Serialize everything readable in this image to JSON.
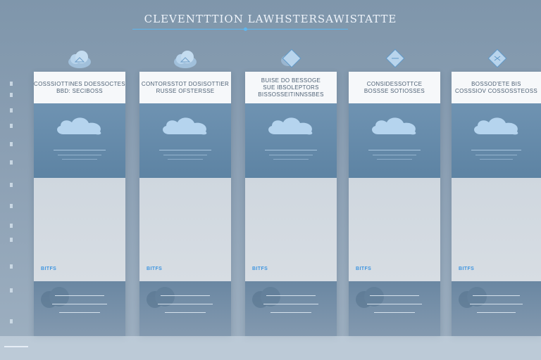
{
  "page": {
    "title": "CLEVENTTTION LAWHSTERSAWISTATTE"
  },
  "colors": {
    "accent": "#5fb6ee",
    "card_head_bg": "#f6f8fa",
    "card_hero_bg": "#6f93b2",
    "card_body_bg": "#d2d9e0",
    "card_foot_bg": "#6a87a2",
    "tag_text": "#3f95e0"
  },
  "cards": [
    {
      "badge_icon": "cloud-icon",
      "head_lines": [
        "COSSSIOTTINES DOESSOCTES",
        "BBD: SECIBOSS"
      ],
      "hero_icon": "cloud-icon",
      "hero_caption": "",
      "tag": "BITFS",
      "foot_lines": [
        "",
        ""
      ]
    },
    {
      "badge_icon": "cloud-icon",
      "head_lines": [
        "CONTORSSTOT DOSISOTTIER",
        "RUSSE OFSTERSSE"
      ],
      "hero_icon": "cloud-icon",
      "hero_caption": "",
      "tag": "BITFS",
      "foot_lines": [
        "",
        ""
      ]
    },
    {
      "badge_icon": "diamond-icon",
      "head_lines": [
        "BUISE DO BESSOGE",
        "SUE IBSOLEPTORS",
        "BISSOSSEITINNSSBES"
      ],
      "hero_icon": "cloud-icon",
      "hero_caption": "",
      "tag": "BITFS",
      "foot_lines": [
        "",
        ""
      ]
    },
    {
      "badge_icon": "diamond-icon",
      "head_lines": [
        "CONSIDESSOTTCE",
        "BOSSSE SOTIOSSES"
      ],
      "hero_icon": "cloud-icon",
      "hero_caption": "",
      "tag": "BITFS",
      "foot_lines": [
        "",
        ""
      ]
    },
    {
      "badge_icon": "diamond-icon",
      "head_lines": [
        "BOSSOD'ETE BIS",
        "COSSSIOV COSSOSSTEOSS"
      ],
      "hero_icon": "cloud-icon",
      "hero_caption": "",
      "tag": "BITFS",
      "foot_lines": [
        "",
        ""
      ]
    }
  ]
}
